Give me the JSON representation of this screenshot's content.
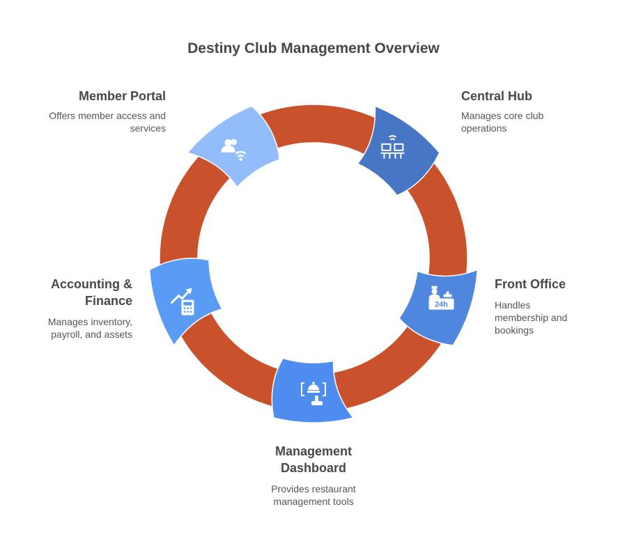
{
  "title": "Destiny Club Management Overview",
  "colors": {
    "ring": "#C9512C",
    "text_heading": "#484848",
    "text_desc": "#555555"
  },
  "nodes": [
    {
      "id": "member-portal",
      "title": "Member Portal",
      "description": "Offers member access and services",
      "icon": "users-wifi-icon",
      "color": "#93BCFB"
    },
    {
      "id": "central-hub",
      "title": "Central Hub",
      "description": "Manages core club operations",
      "icon": "workstations-wifi-icon",
      "color": "#4776C4"
    },
    {
      "id": "front-office",
      "title": "Front Office",
      "description": "Handles membership and bookings",
      "icon": "reception-24h-icon",
      "color": "#4F87DF"
    },
    {
      "id": "management-dashboard",
      "title": "Management Dashboard",
      "description": "Provides restaurant management tools",
      "icon": "restaurant-dashboard-icon",
      "color": "#4E8CF0"
    },
    {
      "id": "accounting-finance",
      "title": "Accounting & Finance",
      "description": "Manages inventory, payroll, and assets",
      "icon": "growth-calculator-icon",
      "color": "#5A9BF6"
    }
  ]
}
